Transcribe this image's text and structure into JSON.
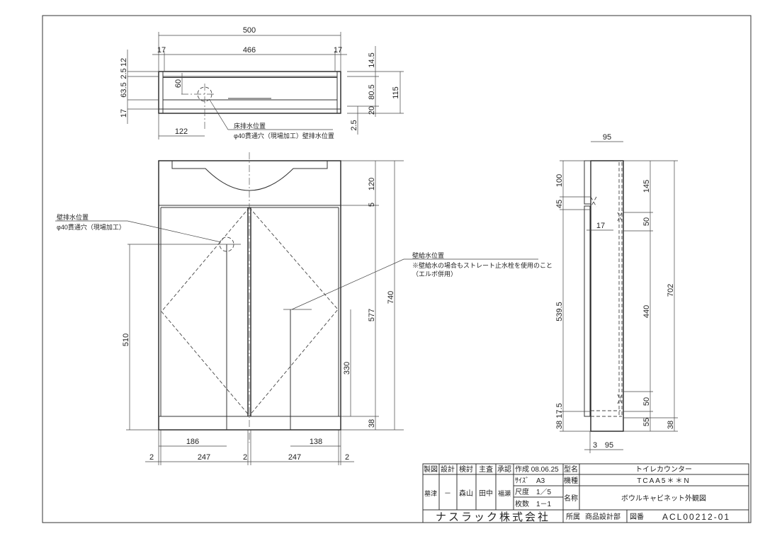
{
  "top_view": {
    "dims": {
      "w500": "500",
      "w466": "466",
      "l17": "17",
      "r17": "17",
      "h12": "12",
      "h25": "2.5",
      "h635": "63.5",
      "h17": "17",
      "d60": "60",
      "d122": "122",
      "r145": "14.5",
      "r805": "80.5",
      "r20": "20",
      "r115": "115",
      "r25": "2.5"
    },
    "note1": "床排水位置",
    "note2": "φ40貫通穴（現場加工）壁排水位置"
  },
  "front_view": {
    "dims": {
      "h120": "120",
      "h5": "5",
      "h577": "577",
      "h740": "740",
      "h38": "38",
      "h330": "330",
      "h510": "510",
      "w186": "186",
      "w138": "138",
      "b2a": "2",
      "b247a": "247",
      "b2b": "2",
      "b247b": "247",
      "b2c": "2"
    },
    "drain_note1": "壁排水位置",
    "drain_note2": "φ40貫通穴（現場加工）",
    "supply_note1": "壁給水位置",
    "supply_note2": "※壁給水の場合もストレート止水栓を使用のこと",
    "supply_note3": "（エルボ併用）"
  },
  "side_view": {
    "dims": {
      "t95": "95",
      "l100": "100",
      "l45": "45",
      "l5395": "539.5",
      "l175": "17.5",
      "l38": "38",
      "m17": "17",
      "r145": "145",
      "r50a": "50",
      "r440": "440",
      "r50b": "50",
      "r55": "55",
      "r702": "702",
      "r38": "38",
      "b3": "3",
      "b95": "95"
    }
  },
  "title_block": {
    "h_seizu": "製図",
    "h_sekkei": "設計",
    "h_kento": "検討",
    "h_shusa": "主査",
    "h_shonin": "承認",
    "created": "作成 08.06.25",
    "size": "ｻｲｽﾞ　A3",
    "scale": "尺度　1／5",
    "sheets": "枚数　1－1",
    "v_seizu": "墓津",
    "v_sekkei": "－",
    "v_kento": "森山",
    "v_shusa": "田中",
    "v_shonin": "福瀬",
    "l_katamei": "型名",
    "katamei": "トイレカウンター",
    "l_kishu": "機種",
    "kishu": "TCAA5＊＊N",
    "l_meisho": "名称",
    "meisho": "ボウルキャビネット外観図",
    "company": "ナスラック株式会社",
    "l_shozoku": "所属",
    "shozoku": "商品設計部",
    "l_zuban": "図番",
    "zuban": "ACL00212-01"
  }
}
